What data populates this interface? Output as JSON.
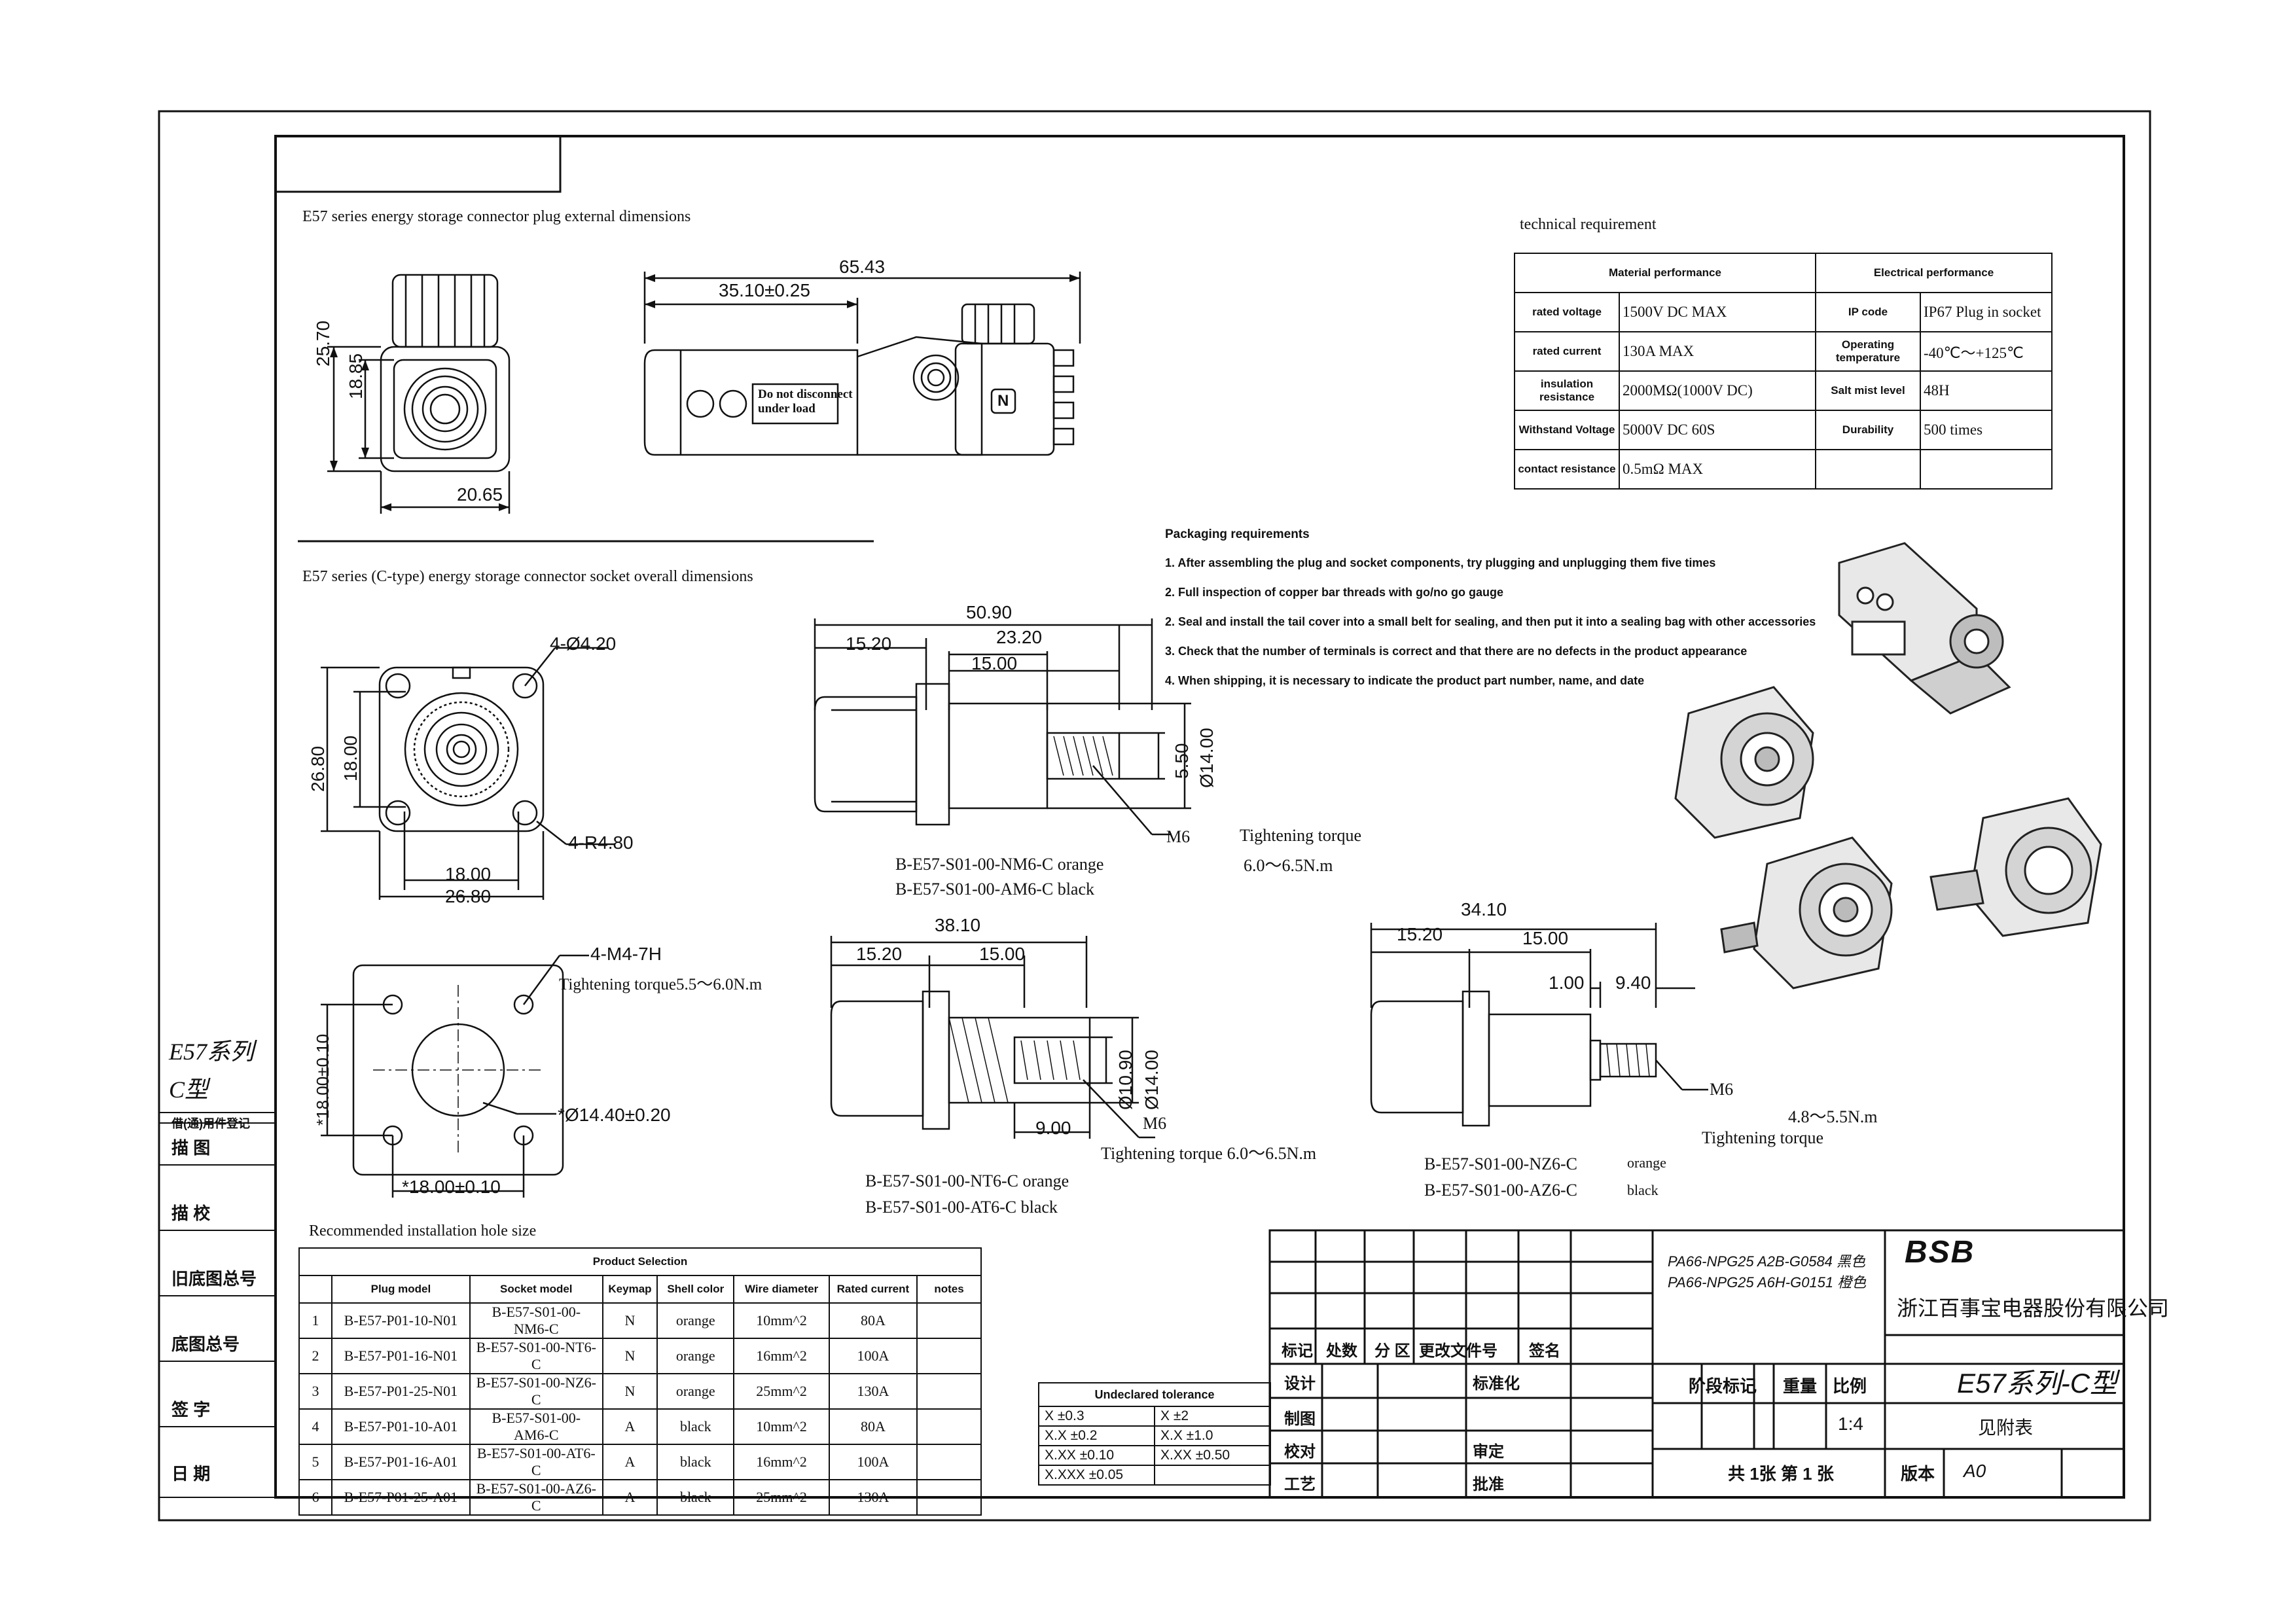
{
  "titles": {
    "plug_section": "E57 series energy storage connector plug external dimensions",
    "socket_section": "E57 series (C-type) energy storage connector socket overall dimensions",
    "hole_section": "Recommended installation hole size",
    "tech_requirement": "technical requirement",
    "side_note_1": "E57系列",
    "side_note_2": "C型"
  },
  "plug_dims": {
    "d65_43": "65.43",
    "d35_10": "35.10±0.25",
    "d25_70": "25.70",
    "d18_85": "18.85",
    "d20_65": "20.65",
    "warning_1": "Do not disconnect",
    "warning_2": "under load",
    "n_mark": "N"
  },
  "socket_dims": {
    "holes": "4-Ø4.20",
    "radius": "4-R4.80",
    "d26_80_v": "26.80",
    "d18_00_v": "18.00",
    "d18_00_h": "18.00",
    "d26_80_h": "26.80"
  },
  "hole_dims": {
    "thread": "4-M4-7H",
    "torque": "Tightening torque5.5～6.0N.m",
    "d18_v": "*18.00±0.10",
    "d14_4": "*Ø14.40±0.20",
    "d18_h": "*18.00±0.10"
  },
  "side1": {
    "d50_90": "50.90",
    "d23_20": "23.20",
    "d15_20": "15.20",
    "d15_00": "15.00",
    "d5_50": "5.50",
    "d14_00": "Ø14.00",
    "m6": "M6",
    "model_1": "B-E57-S01-00-NM6-C  orange",
    "model_2": "B-E57-S01-00-AM6-C  black",
    "torque_label": "Tightening torque",
    "torque_value": "6.0～6.5N.m"
  },
  "side2": {
    "d38_10": "38.10",
    "d15_20": "15.20",
    "d15_00": "15.00",
    "d10_90": "Ø10.90",
    "d14_00": "Ø14.00",
    "d9_00": "9.00",
    "m6": "M6",
    "torque": "Tightening torque 6.0～6.5N.m",
    "model_1": "B-E57-S01-00-NT6-C orange",
    "model_2": "B-E57-S01-00-AT6-C black"
  },
  "side3": {
    "d34_10": "34.10",
    "d15_20": "15.20",
    "d15_00": "15.00",
    "d1_00": "1.00",
    "d9_40": "9.40",
    "m6": "M6",
    "torque_value": "4.8～5.5N.m",
    "torque_label": "Tightening torque",
    "model_1": "B-E57-S01-00-NZ6-C",
    "color_1": "orange",
    "model_2": "B-E57-S01-00-AZ6-C",
    "color_2": "black"
  },
  "packaging": {
    "title": "Packaging requirements",
    "items": [
      "1. After assembling the plug and socket components, try plugging and unplugging them five times",
      "2. Full inspection of copper bar threads with go/no go gauge",
      "2. Seal and install the tail cover into a small belt for sealing, and then put it into a sealing bag with other accessories",
      "3. Check that the number of terminals is correct and that there are no defects in the product appearance",
      "4. When shipping, it is necessary to indicate the product part number, name, and date"
    ]
  },
  "tech_table": {
    "head_mat": "Material performance",
    "head_elec": "Electrical performance",
    "rows": [
      {
        "l1": "rated voltage",
        "v1": "1500V DC MAX",
        "l2": "IP code",
        "v2": "IP67 Plug in socket"
      },
      {
        "l1": "rated current",
        "v1": "130A MAX",
        "l2": "Operating temperature",
        "v2": "-40℃～+125℃"
      },
      {
        "l1": "insulation resistance",
        "v1": "2000MΩ(1000V DC)",
        "l2": "Salt mist level",
        "v2": "48H"
      },
      {
        "l1": "Withstand Voltage",
        "v1": "5000V DC 60S",
        "l2": "Durability",
        "v2": "500 times"
      },
      {
        "l1": "contact resistance",
        "v1": "0.5mΩ MAX",
        "l2": "",
        "v2": ""
      }
    ]
  },
  "product_table": {
    "caption": "Product Selection",
    "headers": [
      "",
      "Plug model",
      "Socket model",
      "Keymap",
      "Shell color",
      "Wire diameter",
      "Rated current",
      "notes"
    ],
    "rows": [
      [
        "1",
        "B-E57-P01-10-N01",
        "B-E57-S01-00-NM6-C",
        "N",
        "orange",
        "10mm^2",
        "80A",
        ""
      ],
      [
        "2",
        "B-E57-P01-16-N01",
        "B-E57-S01-00-NT6-C",
        "N",
        "orange",
        "16mm^2",
        "100A",
        ""
      ],
      [
        "3",
        "B-E57-P01-25-N01",
        "B-E57-S01-00-NZ6-C",
        "N",
        "orange",
        "25mm^2",
        "130A",
        ""
      ],
      [
        "4",
        "B-E57-P01-10-A01",
        "B-E57-S01-00-AM6-C",
        "A",
        "black",
        "10mm^2",
        "80A",
        ""
      ],
      [
        "5",
        "B-E57-P01-16-A01",
        "B-E57-S01-00-AT6-C",
        "A",
        "black",
        "16mm^2",
        "100A",
        ""
      ],
      [
        "6",
        "B-E57-P01-25-A01",
        "B-E57-S01-00-AZ6-C",
        "A",
        "black",
        "25mm^2",
        "130A",
        ""
      ]
    ]
  },
  "tolerance": {
    "title": "Undeclared tolerance",
    "rows": [
      [
        "X  ±0.3",
        "X   ±2"
      ],
      [
        "X.X   ±0.2",
        "X.X   ±1.0"
      ],
      [
        "X.XX   ±0.10",
        "X.XX   ±0.50"
      ],
      [
        "X.XXX   ±0.05",
        ""
      ]
    ]
  },
  "left_strip": [
    "借(通)用件登记",
    "描        图",
    "描        校",
    "旧底图总号",
    "底图总号",
    "签        字",
    "日        期"
  ],
  "title_block": {
    "material_1": "PA66-NPG25 A2B-G0584 黑色",
    "material_2": "PA66-NPG25 A6H-G0151 橙色",
    "brand": "BSB",
    "company": "浙江百事宝电器股份有限公司",
    "product_name": "E57系列-C型",
    "stage": "阶段标记",
    "weight": "重量",
    "scale_label": "比例",
    "scale": "1:4",
    "sheets": "共 1张 第 1 张",
    "version_label": "版本",
    "version": "A0",
    "see_table": "见附表",
    "sign_headers": [
      "标记",
      "处数",
      "分 区",
      "更改文件号",
      "签名"
    ],
    "roles": [
      "设计",
      "制图",
      "校对",
      "工艺"
    ],
    "roles_right": [
      "标准化",
      "",
      "审定",
      "批准"
    ]
  }
}
